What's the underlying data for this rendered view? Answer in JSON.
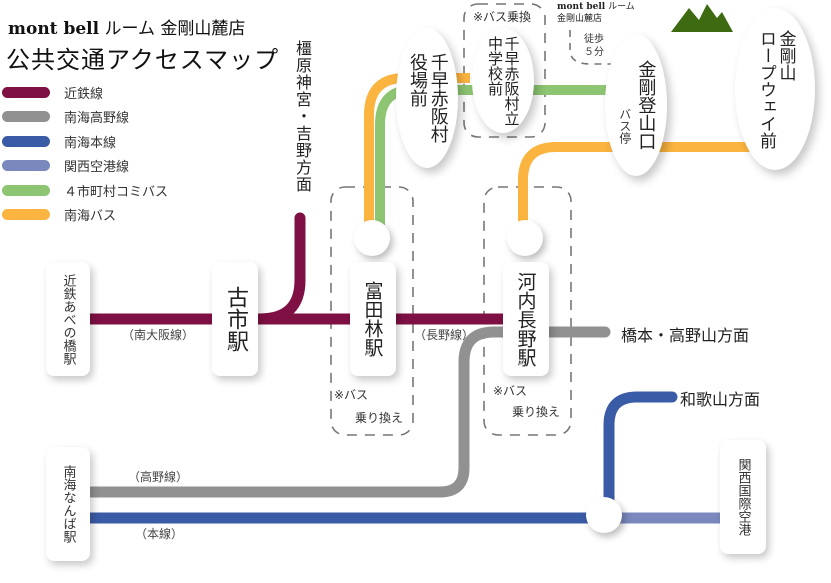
{
  "header": {
    "brand": "mont bell",
    "store_name": " ルーム 金剛山麓店",
    "subtitle": "公共交通アクセスマップ"
  },
  "legend": [
    {
      "label": "近鉄線",
      "color": "#7e1043"
    },
    {
      "label": "南海高野線",
      "color": "#919191"
    },
    {
      "label": "南海本線",
      "color": "#3a5ba5"
    },
    {
      "label": "関西空港線",
      "color": "#7b88bd"
    },
    {
      "label": "４市町村コミバス",
      "color": "#8dc572"
    },
    {
      "label": "南海バス",
      "color": "#fbb440"
    }
  ],
  "colors": {
    "kintetsu": "#7e1043",
    "nankai_koya": "#919191",
    "nankai_main": "#3a5ba5",
    "kansai_airport": "#7b88bd",
    "community_bus": "#8dc572",
    "nankai_bus": "#fbb440",
    "mountain": "#3e6b12",
    "dash": "#777777"
  },
  "stations": {
    "abeno": "近鉄あべの橋駅",
    "furuichi": "古市駅",
    "tondabayashi": "富田林駅",
    "kawachinagano": "河内長野駅",
    "namba": "南海なんば駅",
    "kix": "関西国際空港",
    "chihayaakasaka_office": [
      "千早赤阪村",
      "役場前"
    ],
    "chihayaakasaka_school": [
      "千早赤阪村立",
      "中学校前"
    ],
    "kongo_tozanguchi": [
      "金剛登山口",
      "バス停"
    ],
    "kongo_ropeway": [
      "金剛山",
      "ロープウェイ前"
    ]
  },
  "line_labels": {
    "minami_osaka": "（南大阪線）",
    "nagano": "（長野線）",
    "koya": "（高野線）",
    "main": "（本線）"
  },
  "directions": {
    "kashihara_yoshino": "橿原神宮・吉野方面",
    "hashimoto_koya": "橋本・高野山方面",
    "wakayama": "和歌山方面"
  },
  "notes": {
    "bus_transfer_top": "※バス乗換",
    "bus_transfer_1": "※バス",
    "transfer_1": "乗り換え",
    "bus_transfer_2": "※バス",
    "transfer_2": "乗り換え",
    "walk": [
      "徒歩",
      "５分"
    ]
  },
  "store_marker": {
    "brand": "mont bell",
    "suffix": " ルーム",
    "name": "金剛山麓店"
  }
}
